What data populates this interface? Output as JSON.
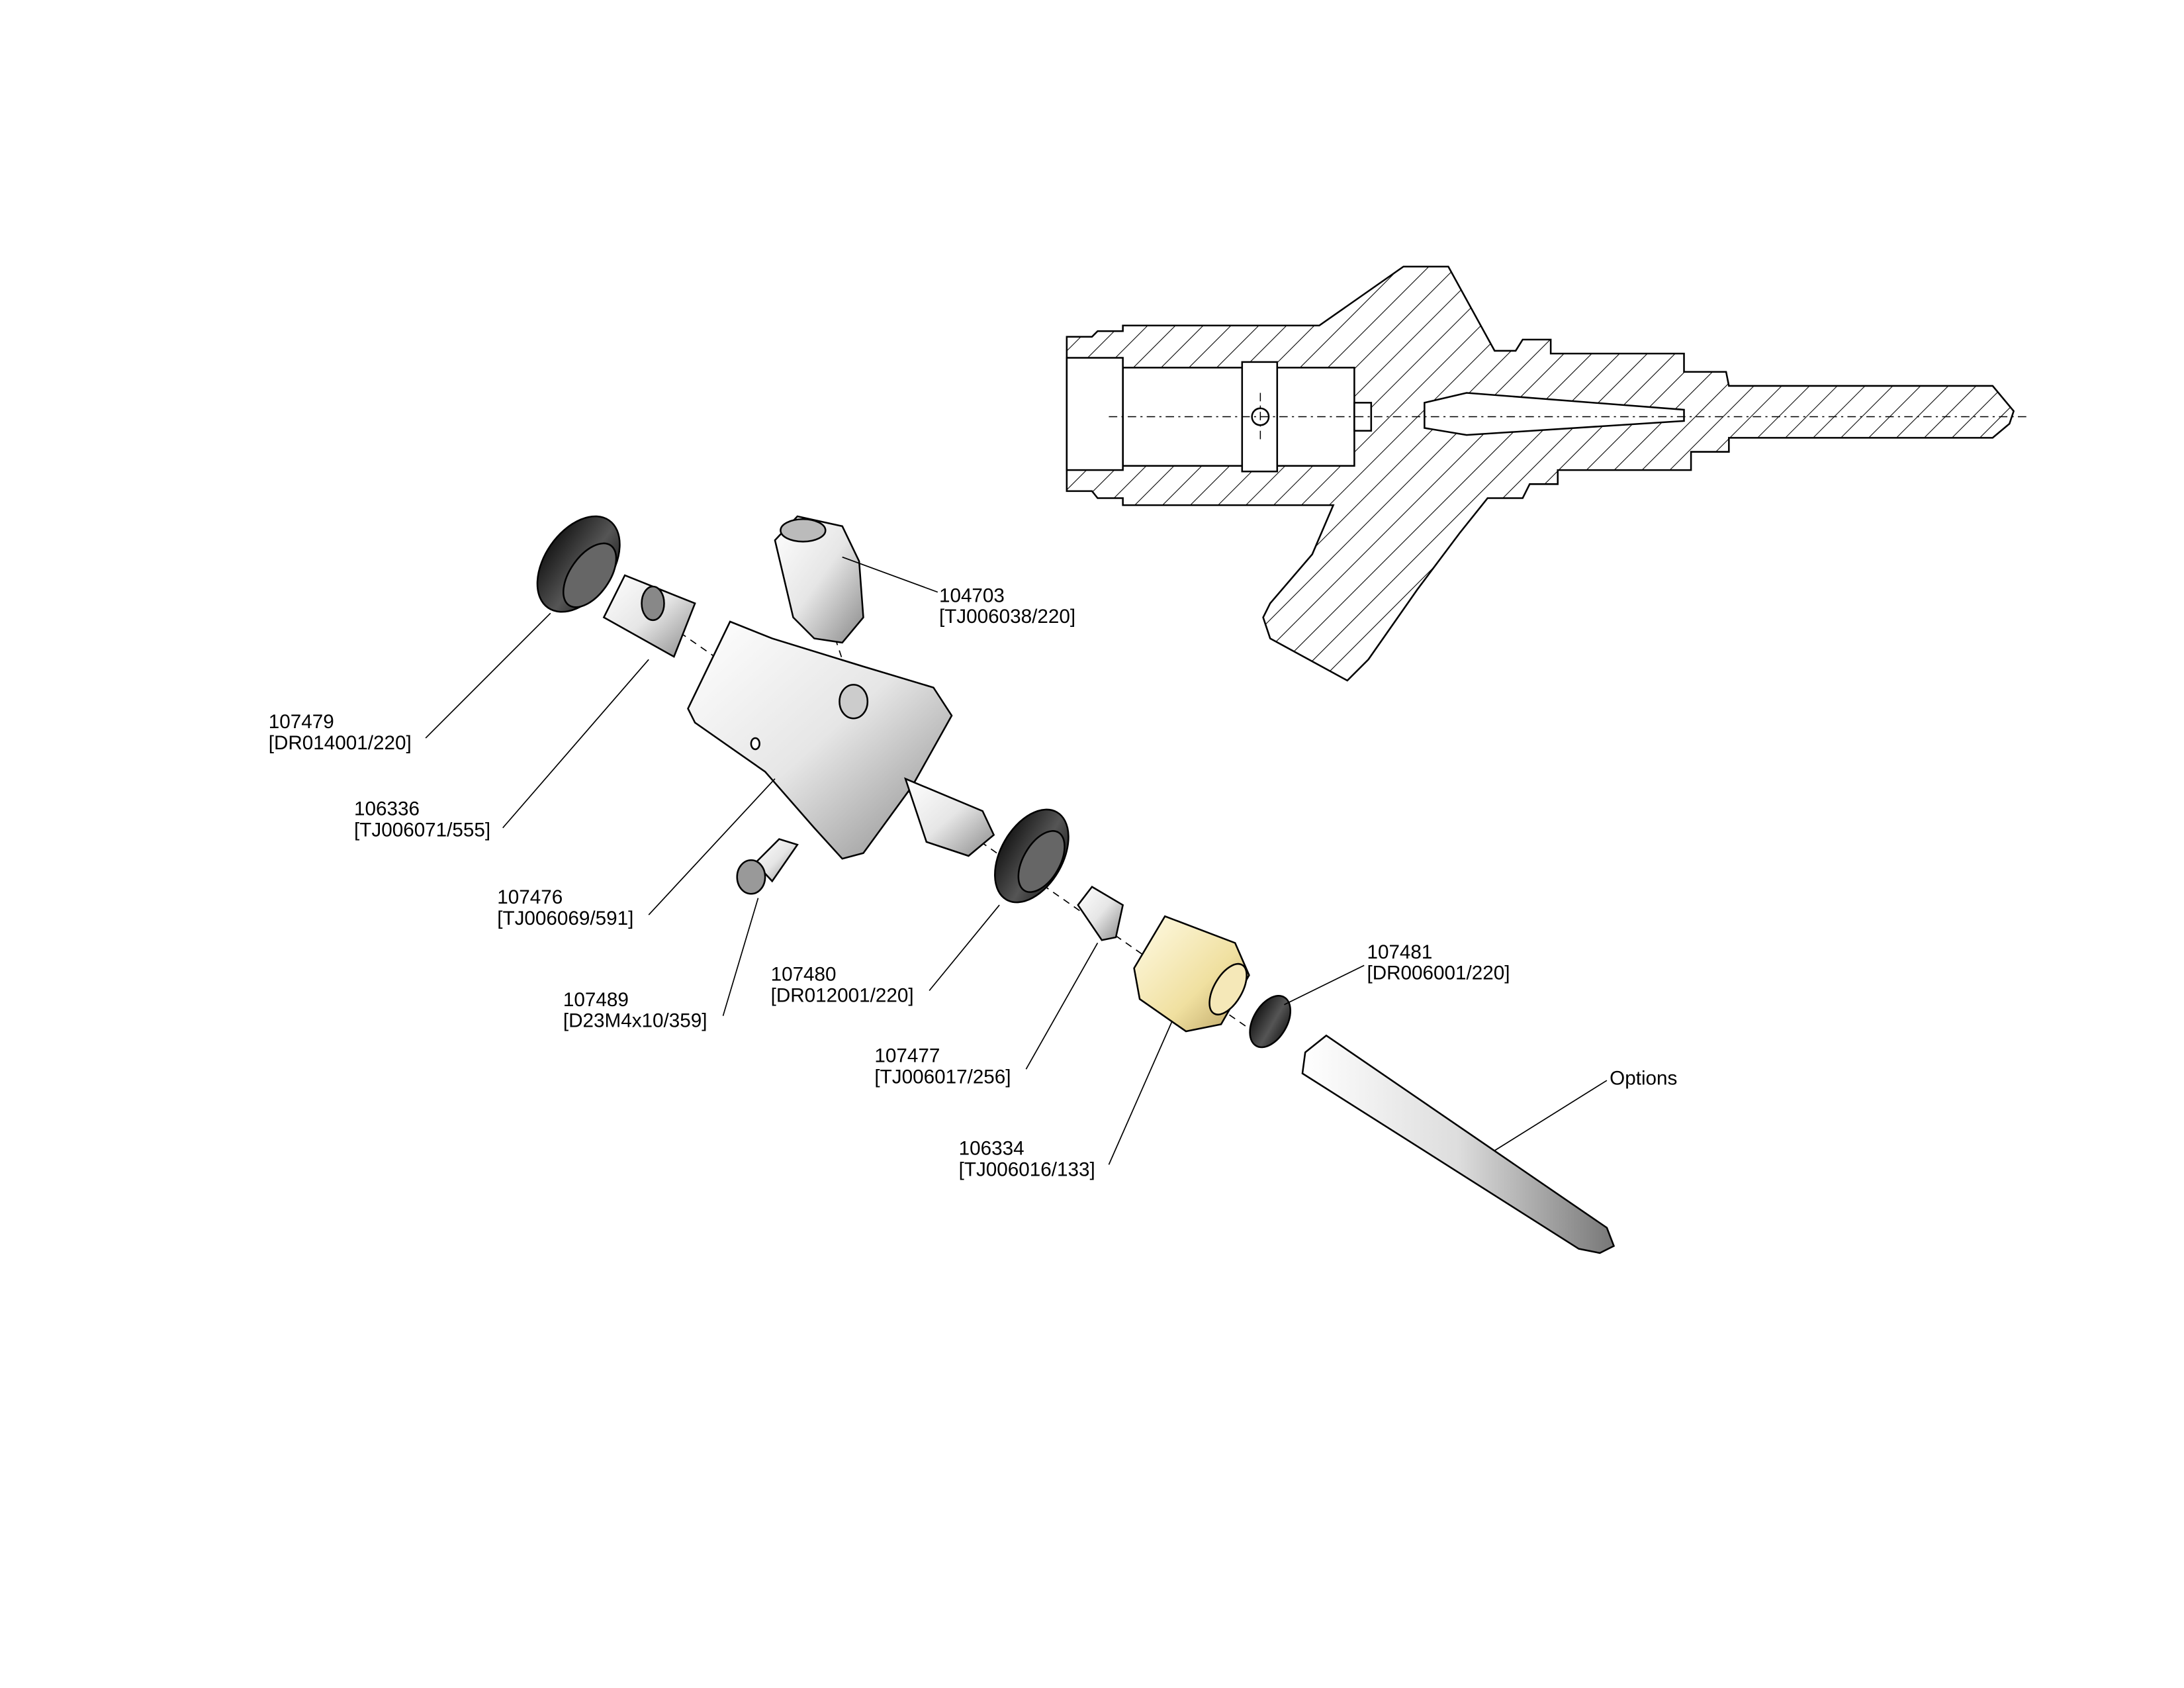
{
  "drawing": {
    "title": "Exploded assembly with section view",
    "colors": {
      "steel": "#d9d9d9",
      "rubber": "#3a3a3a",
      "brass": "#f0e2a8",
      "hatch": "#000000"
    },
    "callouts": [
      {
        "part": "104703",
        "ref": "[TJ006038/220]"
      },
      {
        "part": "107479",
        "ref": "[DR014001/220]"
      },
      {
        "part": "106336",
        "ref": "[TJ006071/555]"
      },
      {
        "part": "107476",
        "ref": "[TJ006069/591]"
      },
      {
        "part": "107489",
        "ref": "[D23M4x10/359]"
      },
      {
        "part": "107480",
        "ref": "[DR012001/220]"
      },
      {
        "part": "107477",
        "ref": "[TJ006017/256]"
      },
      {
        "part": "106334",
        "ref": "[TJ006016/133]"
      },
      {
        "part": "107481",
        "ref": "[DR006001/220]"
      }
    ],
    "options_label": "Options"
  }
}
